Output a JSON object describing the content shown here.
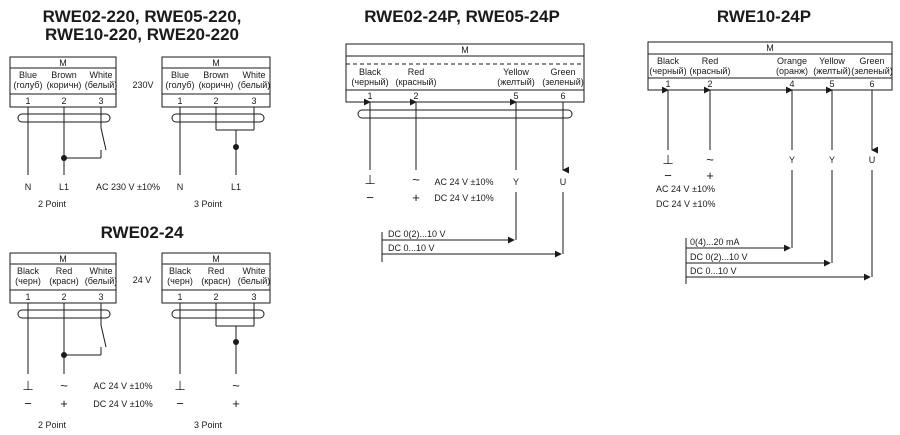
{
  "titles": {
    "rwe220_line1": "RWE02-220, RWE05-220,",
    "rwe220_line2": "RWE10-220, RWE20-220",
    "rwe24": "RWE02-24",
    "rwe24p": "RWE02-24P, RWE05-24P",
    "rwe10_24p": "RWE10-24P"
  },
  "motor_label": "M",
  "wires_220": [
    {
      "color": "Blue",
      "ru": "(голуб)",
      "num": "1"
    },
    {
      "color": "Brown",
      "ru": "(коричн)",
      "num": "2"
    },
    {
      "color": "White",
      "ru": "(белый)",
      "num": "3"
    }
  ],
  "wires_24": [
    {
      "color": "Black",
      "ru": "(черн)",
      "num": "1"
    },
    {
      "color": "Red",
      "ru": "(красн)",
      "num": "2"
    },
    {
      "color": "White",
      "ru": "(белый)",
      "num": "3"
    }
  ],
  "wires_24p": [
    {
      "color": "Black",
      "ru": "(черный)",
      "num": "1"
    },
    {
      "color": "Red",
      "ru": "(красный)",
      "num": "2"
    },
    {
      "color": "Yellow",
      "ru": "(желтый)",
      "num": "5"
    },
    {
      "color": "Green",
      "ru": "(зеленый)",
      "num": "6"
    }
  ],
  "wires_10_24p": [
    {
      "color": "Black",
      "ru": "(черный)",
      "num": "1"
    },
    {
      "color": "Red",
      "ru": "(красный)",
      "num": "2"
    },
    {
      "color": "Orange",
      "ru": "(оранж)",
      "num": "4"
    },
    {
      "color": "Yellow",
      "ru": "(желтый)",
      "num": "5"
    },
    {
      "color": "Green",
      "ru": "(зеленый)",
      "num": "6"
    }
  ],
  "voltage_230": "230V",
  "voltage_24": "24 V",
  "terminals": {
    "n": "N",
    "l1": "L1",
    "y": "Y",
    "u": "U"
  },
  "ac_230": "AC 230 V ±10%",
  "ac_24": "AC 24 V ±10%",
  "dc_24": "DC 24 V ±10%",
  "two_point": "2 Point",
  "three_point": "3 Point",
  "signals": {
    "dc_0_2_10": "DC 0(2)...10 V",
    "dc_0_10": "DC 0...10 V",
    "ma_0_4_20": "0(4)...20 mA"
  },
  "symbols": {
    "ground": "⊥",
    "minus": "−",
    "tilde": "~",
    "plus": "+"
  }
}
